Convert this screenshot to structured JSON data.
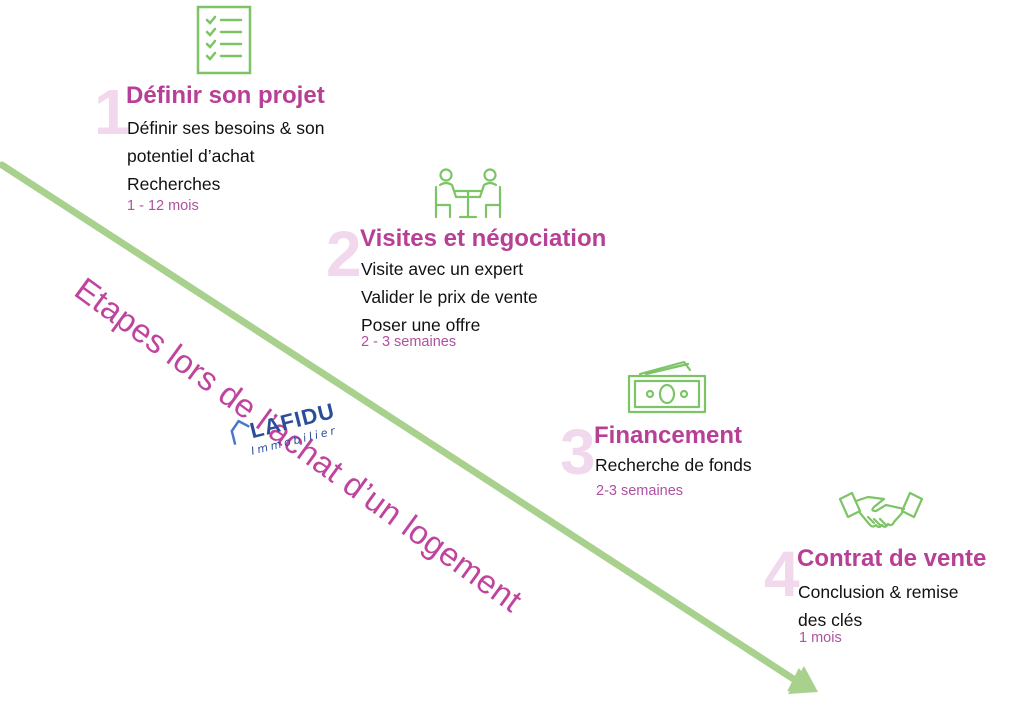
{
  "title": "Etapes lors de l’achat d’un logement",
  "logo": {
    "name": "LAFIDU",
    "sub": "Immobilier"
  },
  "steps": [
    {
      "number": "1",
      "title": "Définir son projet",
      "lines": [
        "Définir ses besoins & son",
        "potentiel d’achat",
        "Recherches"
      ],
      "duration": "1 - 12 mois",
      "icon": "checklist-icon"
    },
    {
      "number": "2",
      "title": "Visites et négociation",
      "lines": [
        "Visite avec un expert",
        "Valider le prix de vente",
        "Poser une offre"
      ],
      "duration": "2 - 3 semaines",
      "icon": "meeting-icon"
    },
    {
      "number": "3",
      "title": "Financement",
      "lines": [
        "Recherche de fonds"
      ],
      "duration": "2-3 semaines",
      "icon": "banknotes-icon"
    },
    {
      "number": "4",
      "title": "Contrat de vente",
      "lines": [
        "Conclusion & remise",
        "des clés"
      ],
      "duration": "1 mois",
      "icon": "handshake-icon"
    }
  ],
  "colors": {
    "arrow": "#a9d18e",
    "icon": "#7cc466",
    "title": "#b83f96",
    "number": "#f2d8ec",
    "duration": "#b051a0",
    "logo": "#2c4d99"
  }
}
